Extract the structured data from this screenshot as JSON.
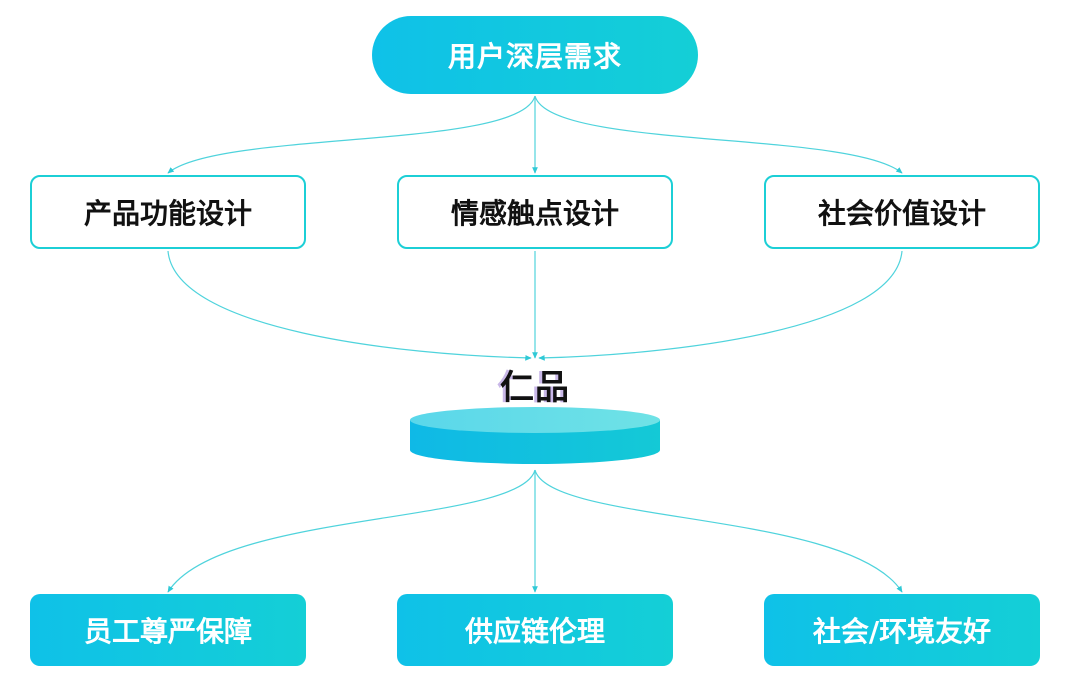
{
  "top": {
    "label": "用户深层需求"
  },
  "design_nodes": [
    {
      "label": "产品功能设计"
    },
    {
      "label": "情感触点设计"
    },
    {
      "label": "社会价值设计"
    }
  ],
  "center": {
    "label": "仁品"
  },
  "outcome_nodes": [
    {
      "label": "员工尊严保障"
    },
    {
      "label": "供应链伦理"
    },
    {
      "label": "社会/环境友好"
    }
  ],
  "colors": {
    "accent_start": "#0fc1e8",
    "accent_end": "#14cfd6",
    "line": "#4fd3dc",
    "text_dark": "#111111",
    "text_light": "#ffffff"
  }
}
